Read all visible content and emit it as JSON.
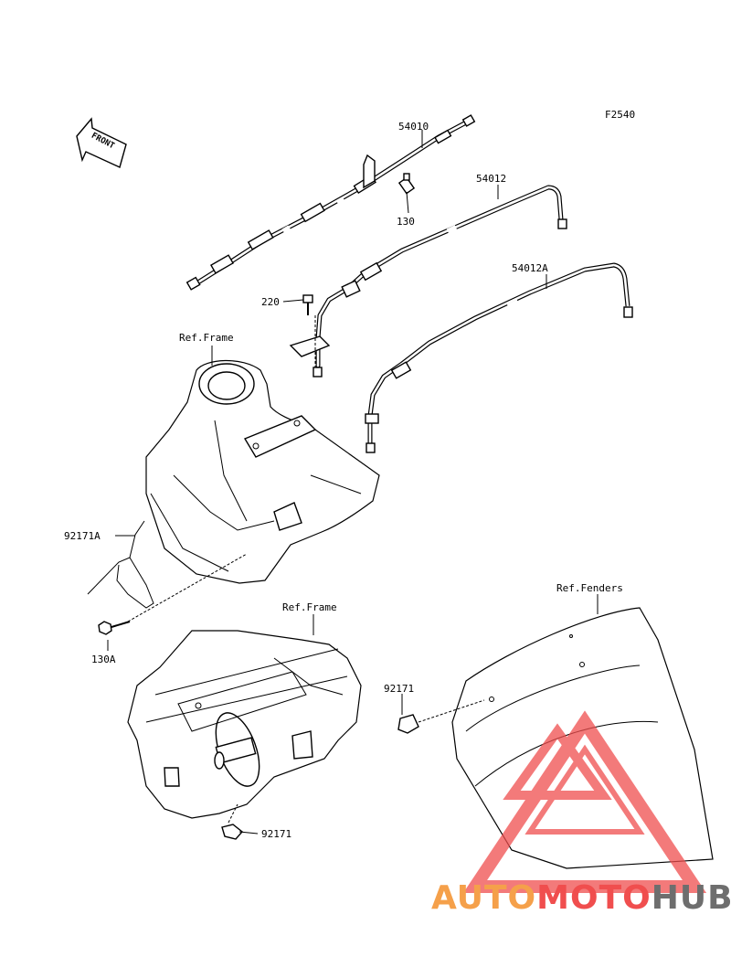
{
  "figure_id": "F2540",
  "front_arrow_label": "FRONT",
  "labels": {
    "p54010": "54010",
    "p54012": "54012",
    "p54012A": "54012A",
    "p130": "130",
    "p220": "220",
    "ref_frame_top": "Ref.Frame",
    "p92171A": "92171A",
    "p130A": "130A",
    "ref_frame_bottom": "Ref.Frame",
    "ref_fenders": "Ref.Fenders",
    "p92171_right": "92171",
    "p92171_bottom": "92171"
  },
  "watermark": {
    "part1": "AUTO",
    "part2": "MOTO",
    "part3": "HUB",
    "colors": {
      "orange": "#f5a04a",
      "red": "#f04e4e",
      "gray": "#6e6e6e"
    }
  }
}
